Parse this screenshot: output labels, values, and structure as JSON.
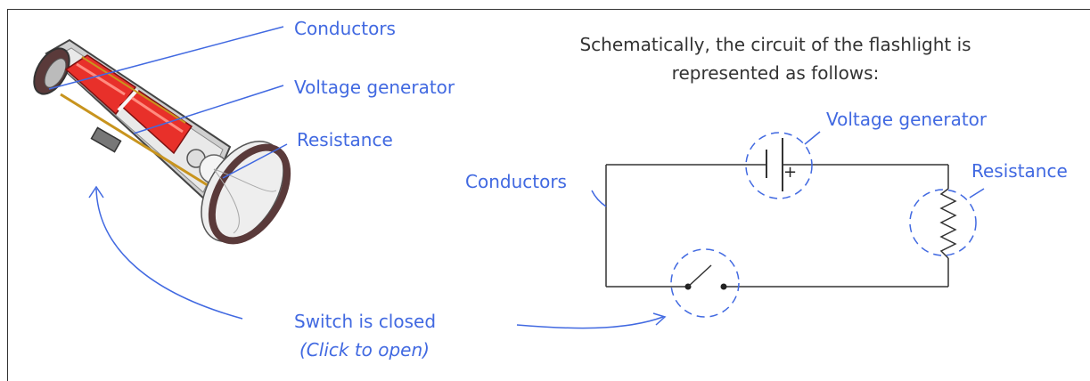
{
  "title": {
    "line1": "Schematically, the circuit of the flashlight is",
    "line2": "represented as follows:"
  },
  "flashlight_labels": {
    "conductors": "Conductors",
    "voltage_generator": "Voltage generator",
    "resistance": "Resistance"
  },
  "circuit_labels": {
    "conductors": "Conductors",
    "voltage_generator": "Voltage generator",
    "resistance": "Resistance",
    "plus_sign": "+"
  },
  "switch": {
    "status": "Switch is closed",
    "action": "(Click to open)"
  },
  "colors": {
    "label_blue": "#4169e1",
    "wire": "#333333",
    "battery_red": "#e8302a"
  }
}
